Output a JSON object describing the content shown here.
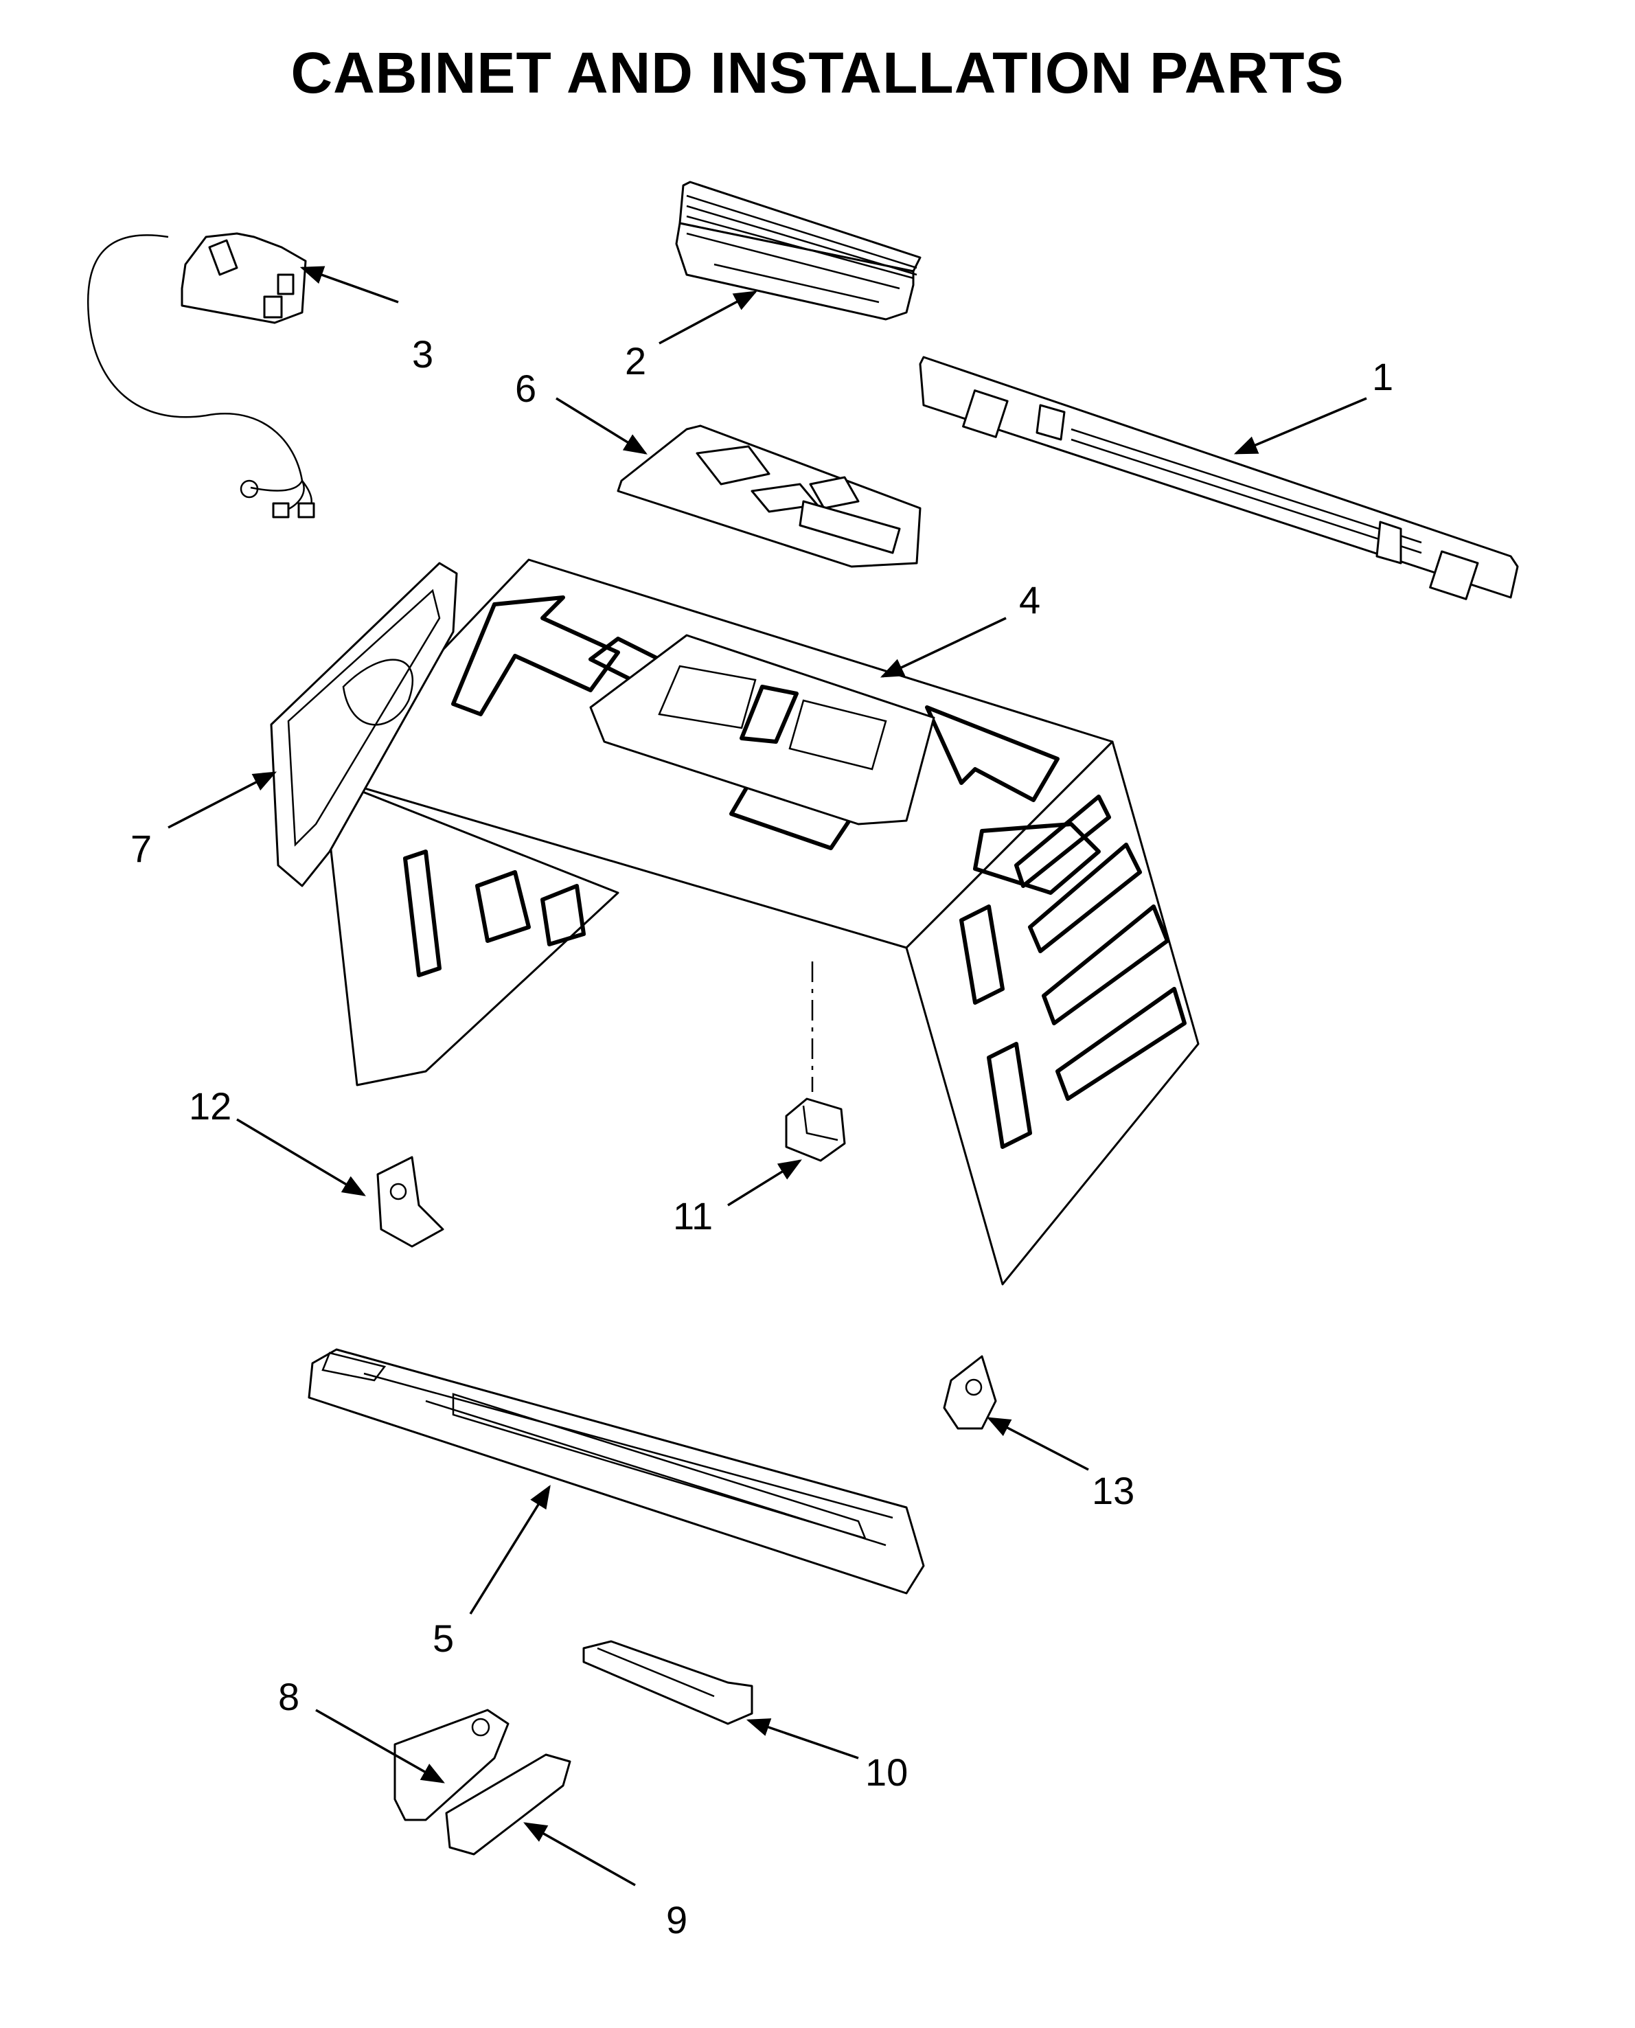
{
  "title": "CABINET AND INSTALLATION PARTS",
  "callouts": [
    "1",
    "2",
    "3",
    "4",
    "5",
    "6",
    "7",
    "8",
    "9",
    "10",
    "11",
    "12",
    "13"
  ],
  "colors": {
    "line": "#000000",
    "background": "#ffffff"
  }
}
